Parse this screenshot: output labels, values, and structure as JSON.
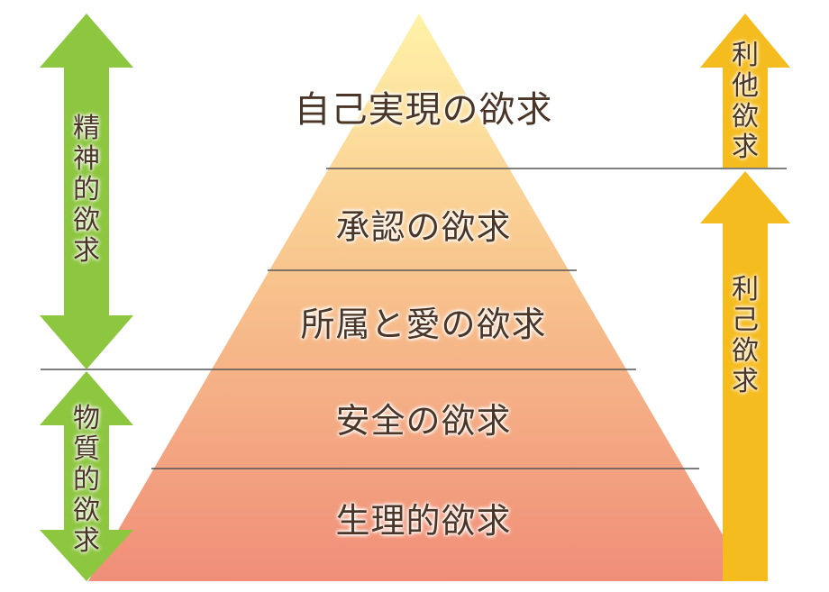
{
  "levels": [
    {
      "label": "自己実現の欲求"
    },
    {
      "label": "承認の欲求"
    },
    {
      "label": "所属と愛の欲求"
    },
    {
      "label": "安全の欲求"
    },
    {
      "label": "生理的欲求"
    }
  ],
  "left_groups": {
    "spiritual": "精神的欲求",
    "material": "物質的欲求"
  },
  "right_groups": {
    "altruism": "利他欲求",
    "egoism": "利己欲求"
  },
  "colors": {
    "pyramid_top": "#fff2a8",
    "pyramid_bottom": "#f08e78",
    "green_arrow": "#8dc63f",
    "yellow_arrow": "#f5bc1f",
    "divider": "#555555",
    "text": "#4a3526"
  }
}
